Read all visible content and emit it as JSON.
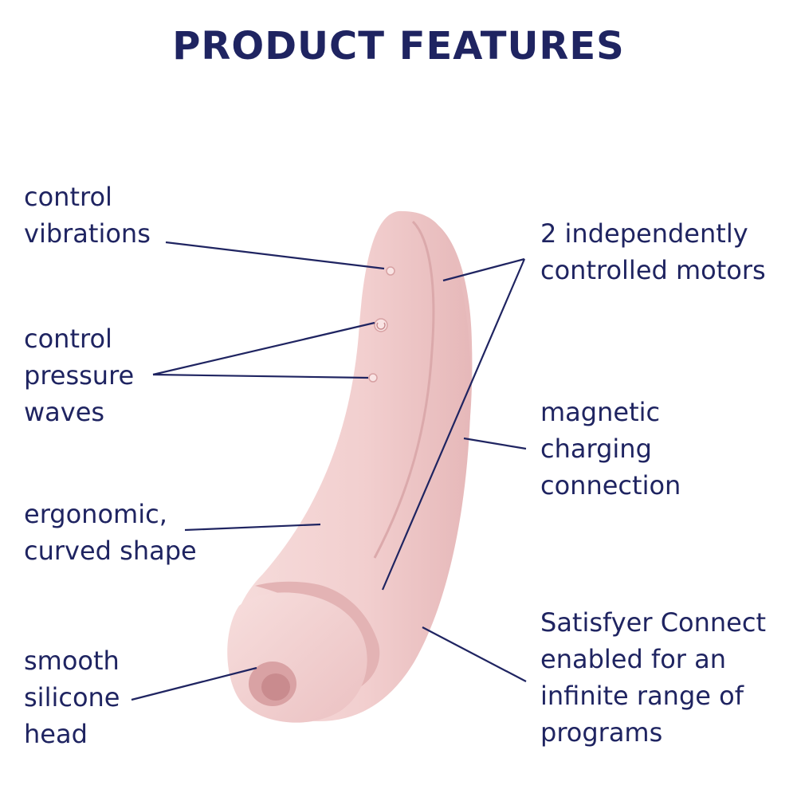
{
  "title": "PRODUCT FEATURES",
  "labels": {
    "control_vibrations": "control\nvibrations",
    "control_pressure_waves": "control\npressure\nwaves",
    "ergonomic_shape": "ergonomic,\ncurved shape",
    "smooth_head": "smooth\nsilicone\nhead",
    "two_motors": "2 independently\ncontrolled motors",
    "magnetic_charging": "magnetic\ncharging\nconnection",
    "connect_app": "Satisfyer Connect\nenabled for an\ninfinite range of\nprograms"
  },
  "colors": {
    "text": "#1f2461",
    "leader_line": "#1f2461",
    "product_body": "#f2cfcf",
    "product_highlight": "#f8e1e0",
    "product_shadow": "#d9a7a9",
    "background": "#ffffff"
  }
}
